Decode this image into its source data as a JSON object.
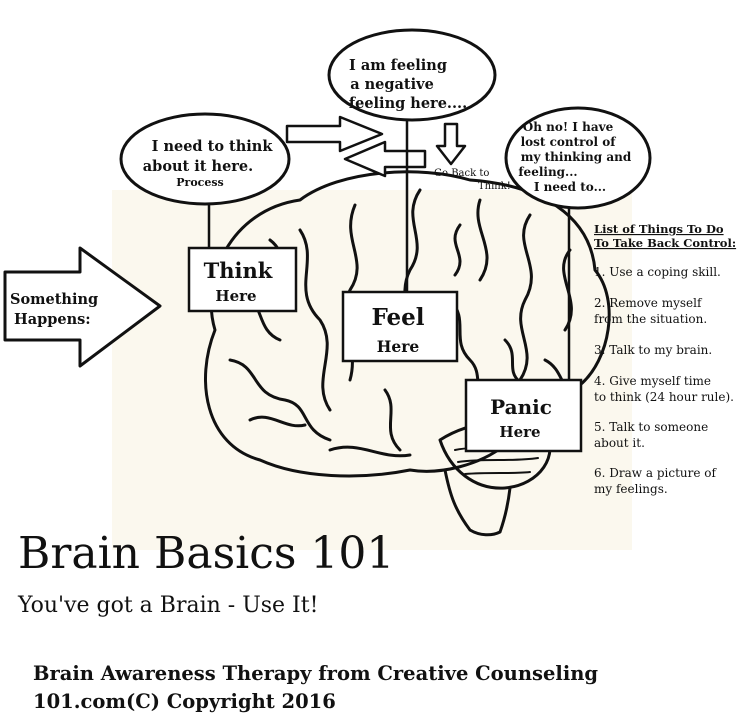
{
  "bubbles": {
    "think": {
      "line1": "I need to think",
      "line2": "about it here.",
      "small": "Process"
    },
    "feel": {
      "line1": "I am feeling",
      "line2": "a negative",
      "line3": "feeling here...."
    },
    "panic": {
      "line1": "Oh no! I have",
      "line2": "lost control of",
      "line3": "my thinking and",
      "line4": "feeling...",
      "line5": "I need to..."
    }
  },
  "go_back": {
    "line1": "Go Back to",
    "line2": "Think!"
  },
  "trigger": {
    "line1": "Something",
    "line2": "Happens:"
  },
  "boxes": {
    "think": {
      "line1": "Think",
      "line2": "Here"
    },
    "feel": {
      "line1": "Feel",
      "line2": "Here"
    },
    "panic": {
      "line1": "Panic",
      "line2": "Here"
    }
  },
  "list": {
    "heading1": "List of Things To Do",
    "heading2": "To Take Back Control:",
    "items": [
      [
        "1. Use a coping skill."
      ],
      [
        "2. Remove myself",
        "from the situation."
      ],
      [
        "3. Talk to my brain."
      ],
      [
        "4. Give myself time",
        "to think (24 hour rule)."
      ],
      [
        "5. Talk to someone",
        "about it."
      ],
      [
        "6. Draw a picture of",
        "my feelings."
      ]
    ]
  },
  "title": "Brain Basics 101",
  "subtitle": "You've got a Brain - Use It!",
  "footer": {
    "line1": "Brain Awareness Therapy from Creative Counseling",
    "line2": "101.com(C) Copyright 2016"
  },
  "colors": {
    "ink": "#111111",
    "paper": "#ffffff",
    "shadow": "#fbf8ee"
  }
}
